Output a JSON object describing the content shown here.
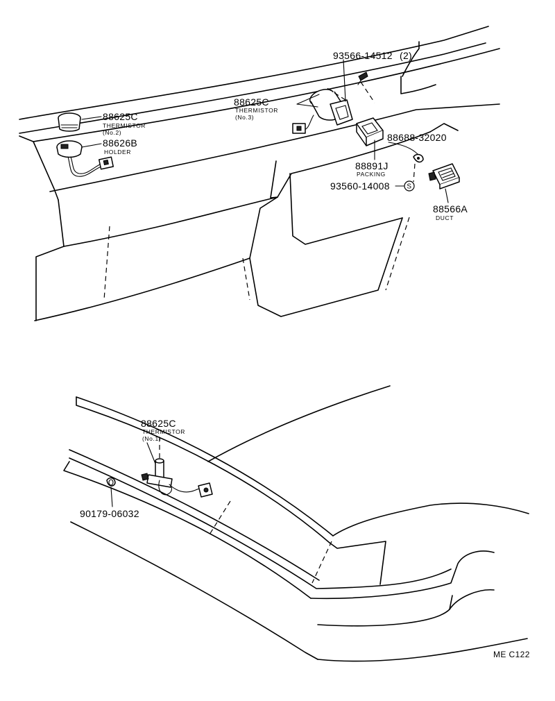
{
  "parts": {
    "thermistor_no2": {
      "number": "88625C",
      "name": "THERMISTOR",
      "sub": "(No.2)"
    },
    "holder": {
      "number": "88626B",
      "name": "HOLDER"
    },
    "thermistor_no3": {
      "number": "88625C",
      "name": "THERMISTOR",
      "sub": "(No.3)"
    },
    "screw_upper": {
      "number": "93566-14512",
      "qty": "(2)"
    },
    "packing": {
      "number": "88891J",
      "name": "PACKING"
    },
    "clip": {
      "number": "88688-32020"
    },
    "screw_s": {
      "number": "93560-14008",
      "mark": "S"
    },
    "duct": {
      "number": "88566A",
      "name": "DUCT"
    },
    "thermistor_no1": {
      "number": "88625C",
      "name": "THERMISTOR",
      "sub": "(No.1)"
    },
    "nut": {
      "number": "90179-06032"
    }
  },
  "figure_code": "ME C122"
}
